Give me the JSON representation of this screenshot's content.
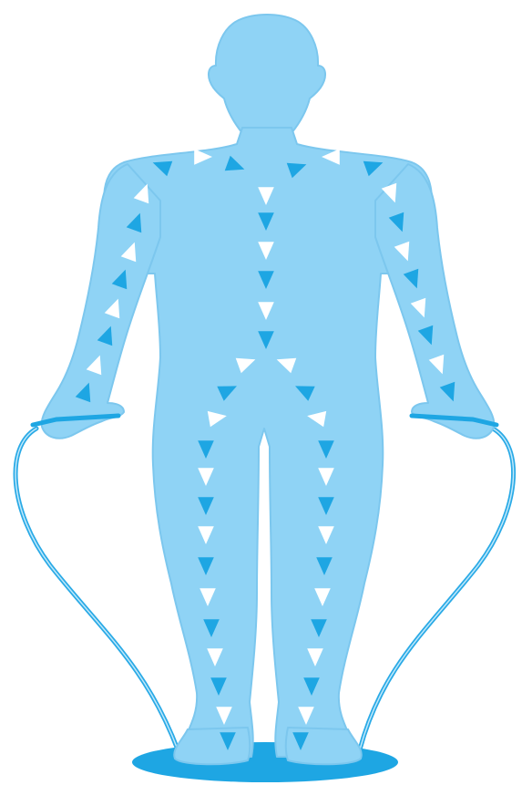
{
  "colors": {
    "body": "#8fd3f5",
    "body_edge": "#7cc7ee",
    "arrow_dark": "#1ea6e3",
    "arrow_light": "#ffffff",
    "wire": "#2aaae6",
    "platform": "#1ea6e3"
  },
  "diagram": {
    "subject": "standing-human-silhouette",
    "device": "electrode-wires-and-foot-platform",
    "arrow_paths": [
      "spine-path",
      "left-arm-path",
      "right-arm-path",
      "left-leg-path",
      "right-leg-path"
    ]
  }
}
